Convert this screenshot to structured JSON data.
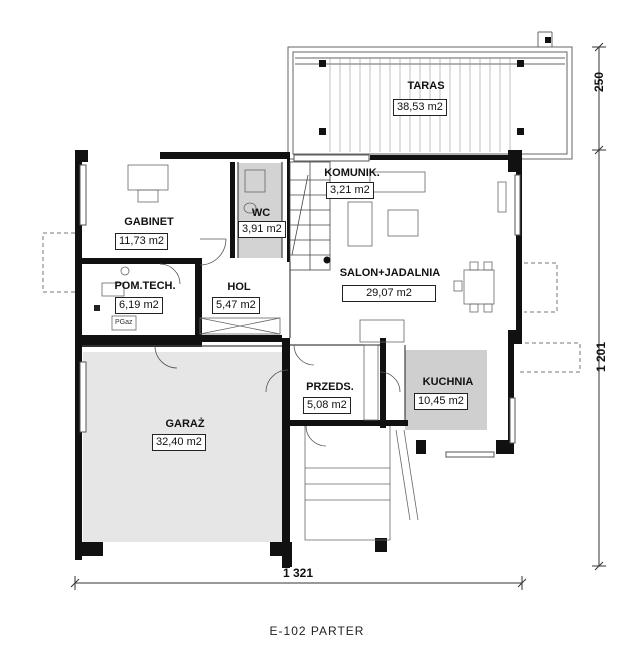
{
  "rooms": [
    {
      "id": "taras",
      "name": "TARAS",
      "area": "38,53 m2"
    },
    {
      "id": "gabinet",
      "name": "GABINET",
      "area": "11,73 m2"
    },
    {
      "id": "wc",
      "name": "WC",
      "area": "3,91 m2"
    },
    {
      "id": "komunik",
      "name": "KOMUNIK.",
      "area": "3,21 m2"
    },
    {
      "id": "salon",
      "name": "SALON+JADALNIA",
      "area": "29,07 m2"
    },
    {
      "id": "pomtech",
      "name": "POM.TECH.",
      "area": "6,19 m2"
    },
    {
      "id": "hol",
      "name": "HOL",
      "area": "5,47 m2"
    },
    {
      "id": "przeds",
      "name": "PRZEDS.",
      "area": "5,08 m2"
    },
    {
      "id": "kuchnia",
      "name": "KUCHNIA",
      "area": "10,45 m2"
    },
    {
      "id": "garaz",
      "name": "GARAŻ",
      "area": "32,40 m2"
    }
  ],
  "dimensions": {
    "width": "1 321",
    "depth": "1 201",
    "terrace": "250"
  },
  "equipment_tag": "PGaz",
  "caption": "E-102 PARTER"
}
